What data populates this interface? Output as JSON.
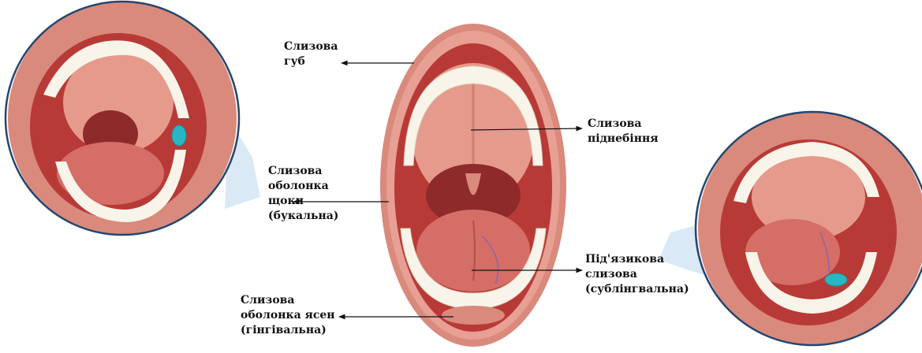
{
  "labels": {
    "lips": [
      "Слизова",
      "губ"
    ],
    "palate": [
      "Слизова",
      "піднебіння"
    ],
    "buccal": [
      "Слизова",
      "оболонка",
      "щоки",
      "(букальна)"
    ],
    "sublingual": [
      "Під'язикова",
      "слизова",
      "(сублінгвальна)"
    ],
    "gingival": [
      "Слизова",
      "оболонка ясен",
      "(гінгівальна)"
    ]
  },
  "colors": {
    "lip": "#d98a7c",
    "mouth_interior": "#b83a37",
    "palate": "#e59a8c",
    "tongue": "#d46e66",
    "tooth": "#f8f4ea",
    "circle_outline": "#24466e",
    "callout": "#d6e7f5",
    "tablet": "#29b6c2"
  },
  "icons": [
    "buccal-tablet-icon",
    "sublingual-tablet-icon"
  ]
}
